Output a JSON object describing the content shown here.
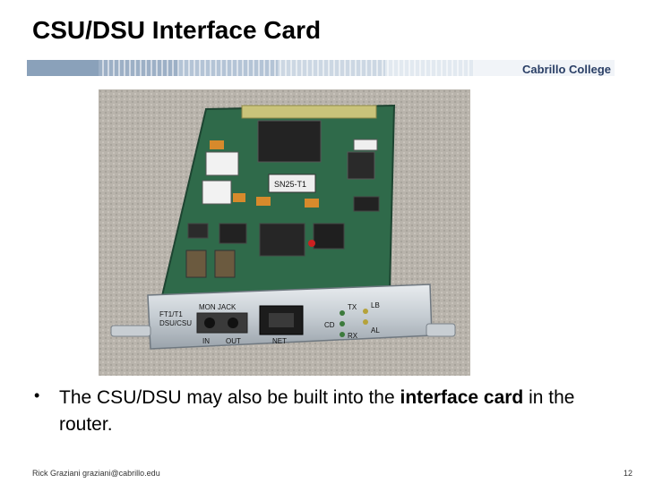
{
  "slide": {
    "title": "CSU/DSU Interface Card",
    "brand": "Cabrillo College",
    "bullet_pre": "The CSU/DSU may also be built into the ",
    "bullet_bold": "interface card",
    "bullet_post": " in the router.",
    "footer_author": "Rick Graziani  graziani@cabrillo.edu",
    "page_number": "12"
  },
  "photo": {
    "faceplate_labels": {
      "mon_jack": "MON JACK",
      "model": "FT1/T1",
      "model2": "DSU/CSU",
      "in": "IN",
      "out": "OUT",
      "net": "NET",
      "tx": "TX",
      "lb": "LB",
      "cd": "CD",
      "rx": "RX",
      "al": "AL"
    },
    "chip_label": "SN25-T1"
  }
}
